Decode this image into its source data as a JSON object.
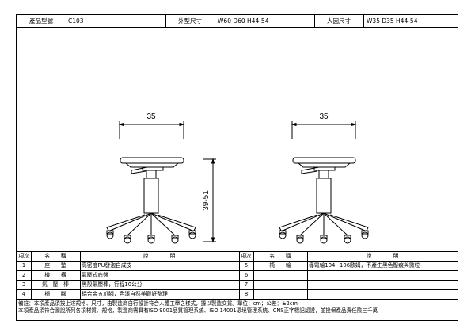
{
  "header": {
    "model_label": "產品型號",
    "model_value": "C103",
    "size_label": "外型尺寸",
    "size_value": "W60 D60 H44-54",
    "ergo_label": "人因尺寸",
    "ergo_value": "W35 D35 H44-54"
  },
  "drawing": {
    "left_width_dim": "35",
    "height_dim": "39-51",
    "right_width_dim": "35"
  },
  "table": {
    "headers": {
      "no": "項次",
      "name": "名　　稱",
      "desc": "說　　　　明"
    },
    "left_rows": [
      {
        "no": "1",
        "name": "座　　墊",
        "desc": "高密度PU發泡自成皮"
      },
      {
        "no": "2",
        "name": "機　　構",
        "desc": "氣壓式底盤"
      },
      {
        "no": "3",
        "name": "氣　壓　棒",
        "desc": "黑殼氣壓棒，行程10公分"
      },
      {
        "no": "4",
        "name": "椅　　腳",
        "desc": "鋁合金五爪腳，色澤自然美觀好整理"
      }
    ],
    "right_rows": [
      {
        "no": "5",
        "name": "椅　　輪",
        "desc": "導電輪104~106歐姆，不產生黑色壓痕與微粒"
      },
      {
        "no": "6",
        "name": "",
        "desc": ""
      },
      {
        "no": "7",
        "name": "",
        "desc": ""
      },
      {
        "no": "8",
        "name": "",
        "desc": ""
      }
    ]
  },
  "notes": {
    "line1": "備註：本項產品須按上述規格、尺寸，由製造商自行設計符合人體工學之樣式，據以製造交貨。單位：cm；公差：±2cm",
    "line2": "本項產品須符合圖說所列各項材質、規格，製造商需具有ISO 9001品質管理系統、ISO 14001環境管理系統、CNS正字標記認證，並投保產品責任險三千萬"
  }
}
